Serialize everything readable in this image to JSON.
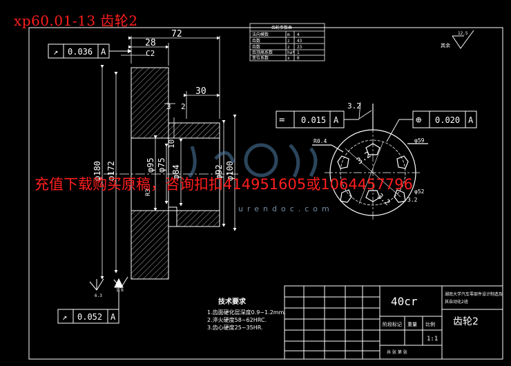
{
  "watermark": {
    "title": "xp60.01-13 齿轮2",
    "banner": "充值下载购买原稿，咨询扣扣414951605或1064457796",
    "site": "urendoc.com"
  },
  "dims": {
    "d72": "72",
    "d28": "28",
    "c2": "C2",
    "d30": "30",
    "d3": "3",
    "d2": "2",
    "d10": "10",
    "phi95": "φ95",
    "phi75": "φ75",
    "phi84": "φ84",
    "phi92": "φ92",
    "phi100": "φ100",
    "phi180": "φ180",
    "phi172": "φ172",
    "phi59": "φ59",
    "phi52": "φ52",
    "r3": "R3",
    "r04": "R0.4",
    "r32a": "3.2",
    "r32b": "3.2",
    "r32c": "3.2",
    "r32d": "3.2",
    "r63": "6.3",
    "r16": "1.6",
    "r125": "12.5",
    "bg": "其余"
  },
  "fcf": {
    "top_left": {
      "symbol": "↗",
      "value": "0.036",
      "datum": "A"
    },
    "bottom_left": {
      "symbol": "↗",
      "value": "0.052",
      "datum": "A"
    },
    "parallel": {
      "symbol": "=",
      "value": "0.015",
      "datum": "A"
    },
    "position": {
      "symbol": "⊕",
      "value": "0.020",
      "datum": "A"
    }
  },
  "params": {
    "header": "齿轮参数表",
    "rows": [
      {
        "name": "法向模数",
        "sym": "m",
        "val": "4"
      },
      {
        "name": "齿数",
        "sym": "z",
        "val": "43"
      },
      {
        "name": "齿数",
        "sym": "z",
        "val": "23"
      },
      {
        "name": "齿顶高系数",
        "sym": "ha*",
        "val": "1"
      },
      {
        "name": "变位系数",
        "sym": "x",
        "val": "0"
      }
    ]
  },
  "tech": {
    "title": "技术要求",
    "lines": [
      "1.齿面硬化层深度0.9~1.2mm.",
      "2.淬火硬度58~62HRC.",
      "3.齿心硬度25~35HR."
    ]
  },
  "titleblock": {
    "material": "40cr",
    "school": "湖南大学汽车零部件设计制造及",
    "project": "其自动化2班",
    "part": "齿轮2",
    "stage": "阶段标记",
    "weight": "重量",
    "scale": "比例",
    "scale_val": "1:1",
    "sheets": "共 张 第 张"
  }
}
